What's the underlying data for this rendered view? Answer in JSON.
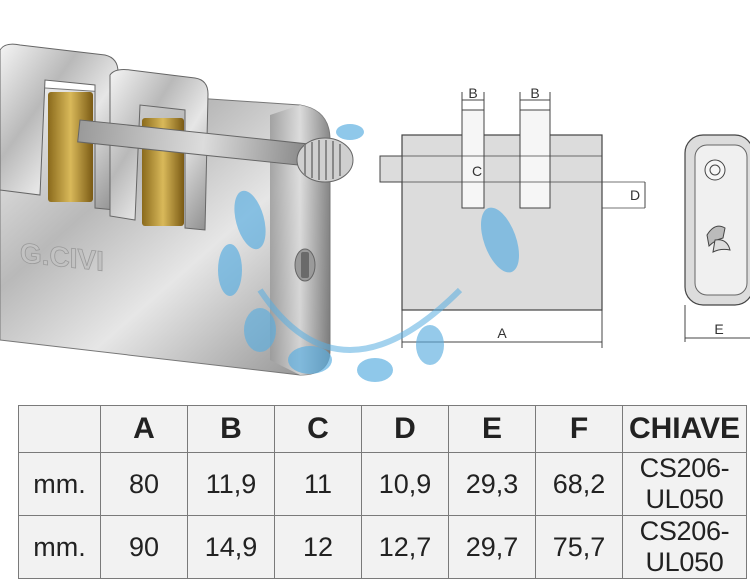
{
  "diagram": {
    "labels": {
      "A": "A",
      "B1": "B",
      "B2": "B",
      "C": "C",
      "D": "D",
      "E": "E"
    },
    "lock_body_text": "G.CIVI"
  },
  "table": {
    "headers": [
      "",
      "A",
      "B",
      "C",
      "D",
      "E",
      "F",
      "CHIAVE"
    ],
    "rows": [
      {
        "unit": "mm.",
        "A": "80",
        "B": "11,9",
        "C": "11",
        "D": "10,9",
        "E": "29,3",
        "F": "68,2",
        "key": "CS206-UL050"
      },
      {
        "unit": "mm.",
        "A": "90",
        "B": "14,9",
        "C": "12",
        "D": "12,7",
        "E": "29,7",
        "F": "75,7",
        "key": "CS206-UL050"
      }
    ]
  },
  "colors": {
    "table_bg": "#f2f2f2",
    "watermark_blue": "#5aaee0",
    "drawing_fill": "#dcdcdc",
    "brass": "#c8a648"
  }
}
